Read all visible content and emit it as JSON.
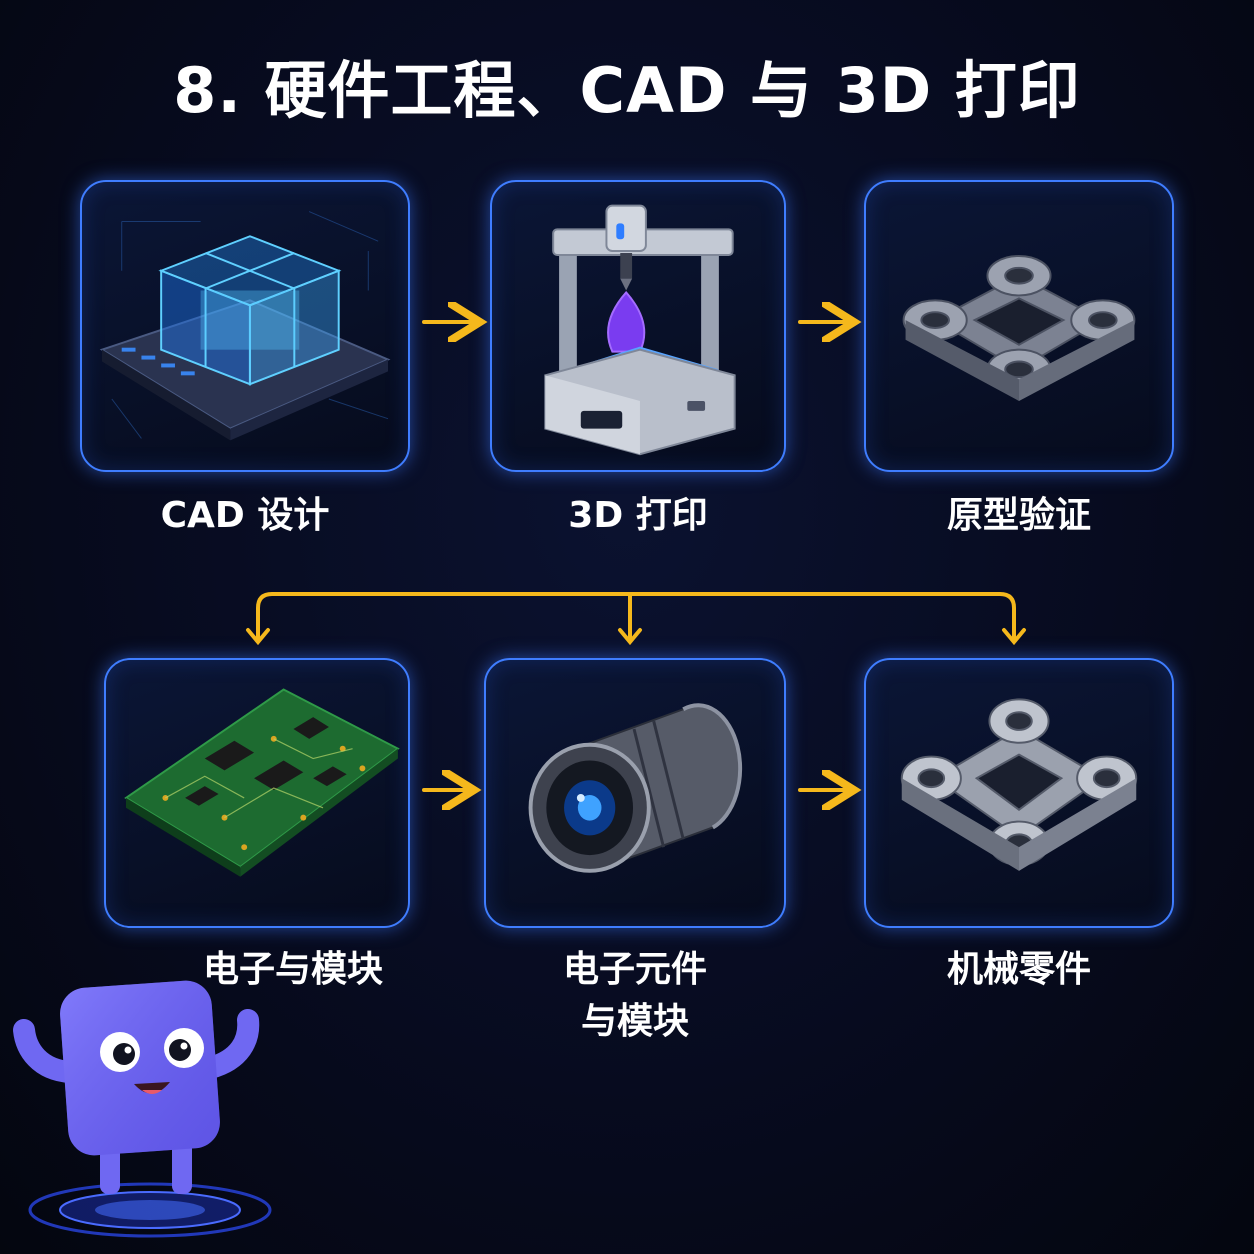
{
  "title": "8. 硬件工程、CAD 与 3D 打印",
  "steps": [
    {
      "label": "CAD 设计",
      "icon": "cad-blueprint-icon"
    },
    {
      "label": "3D 打印",
      "icon": "3d-printer-icon"
    },
    {
      "label": "原型验证",
      "icon": "prototype-part-icon"
    },
    {
      "label": "电子与模块",
      "icon": "circuit-board-icon"
    },
    {
      "label": "电子元件",
      "label2": "与模块",
      "icon": "camera-module-icon"
    },
    {
      "label": "机械零件",
      "icon": "mechanical-part-icon"
    }
  ],
  "colors": {
    "accent_border": "#3f7dff",
    "arrow": "#f5b81c",
    "background": "#070b1f",
    "mascot": "#6b63f0"
  },
  "mascot": {
    "icon": "smiling-block-mascot-icon"
  }
}
